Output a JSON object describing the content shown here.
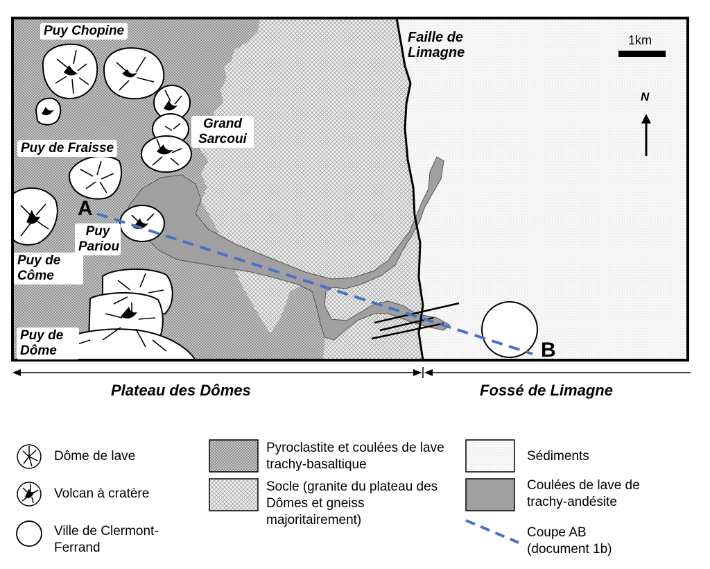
{
  "map": {
    "volcanoes": {
      "puy_chopine": "Puy Chopine",
      "grand_sarcoui": "Grand Sarcoui",
      "puy_de_fraisse": "Puy de Fraisse",
      "puy_pariou": "Puy Pariou",
      "puy_de_come": "Puy de Côme",
      "puy_de_dome": "Puy de Dôme"
    },
    "fault_label": "Faille de Limagne",
    "scale_label": "1km",
    "north_label": "N",
    "point_a": "A",
    "point_b": "B"
  },
  "regions": {
    "left": "Plateau des Dômes",
    "right": "Fossé de Limagne"
  },
  "legend": {
    "dome_lave": "Dôme de lave",
    "volcan_cratere": "Volcan à cratère",
    "ville": "Ville de Clermont-Ferrand",
    "pyroclastite": "Pyroclastite et coulées de lave trachy-basaltique",
    "socle": "Socle (granite du plateau des Dômes et gneiss majoritairement)",
    "sediments": "Sédiments",
    "coulees_andesite": "Coulées de lave de trachy-andésite",
    "coupe": "Coupe AB (document 1b)"
  },
  "colors": {
    "lava_flow": "#a0a0a0",
    "section_line": "#4a72c4"
  }
}
